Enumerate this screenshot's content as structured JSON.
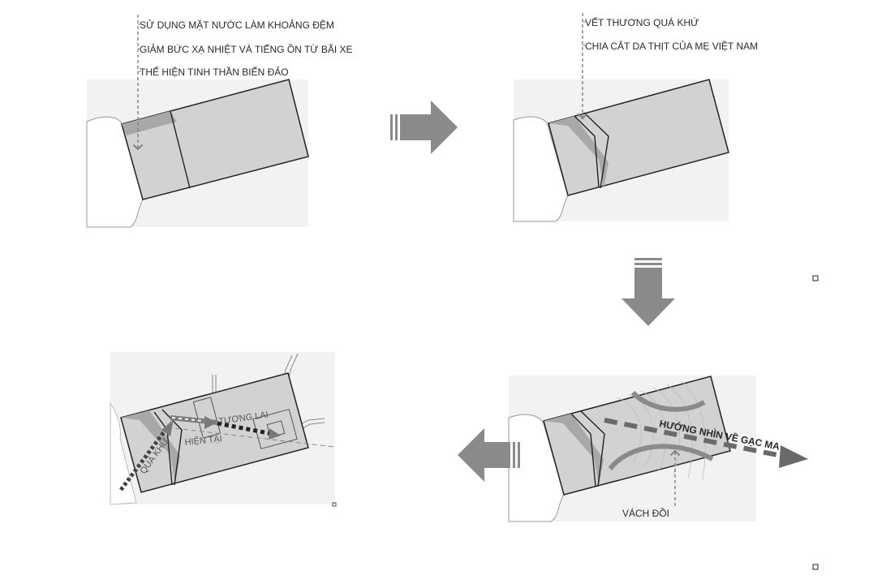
{
  "panel1": {
    "notes": [
      "SỬ DỤNG MẶT NƯỚC LÀM KHOẢNG ĐỆM",
      "GIẢM BỨC XẠ NHIỆT VÀ TIẾNG ỒN TỪ BÃI XE",
      "THỂ HIỆN TINH THẦN BIỂN ĐẢO"
    ]
  },
  "panel2": {
    "notes": [
      "VẾT THƯƠNG QUÁ KHỨ",
      "CHIA CẮT DA THỊT CỦA MẸ VIỆT NAM"
    ]
  },
  "panel3": {
    "view_label": "HƯỚNG NHÌN VỀ GẠC MA",
    "cliff_label": "VÁCH ĐỒI"
  },
  "panel4": {
    "past_label": "QUÁ KHỨ",
    "present_label": "HIỆN TẠI",
    "future_label": "TƯƠNG LAI"
  },
  "colors": {
    "ground": "#f2f2f2",
    "site_fill": "#d2d2d2",
    "edge_shadow": "#9a9a9a",
    "arrow": "#8a8a8a",
    "dashed_line": "#808080",
    "view_arrow": "#6a6a6a"
  }
}
